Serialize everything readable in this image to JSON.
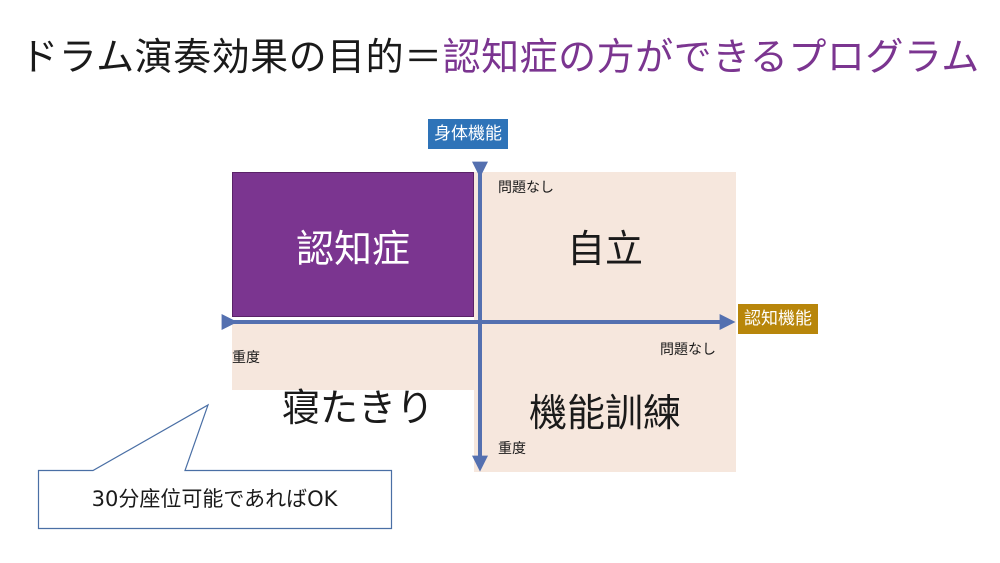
{
  "title": {
    "prefix": "ドラム演奏効果の目的＝",
    "accent": "認知症の方ができるプログラム",
    "accent_color": "#7b3590"
  },
  "quadrants": {
    "top_left": "認知症",
    "top_right": "自立",
    "bottom_left": "寝たきり",
    "bottom_right": "機能訓練"
  },
  "axes": {
    "vertical": {
      "label": "身体機能",
      "label_color": "#2e73b8",
      "top_end": "問題なし",
      "bottom_end": "重度"
    },
    "horizontal": {
      "label": "認知機能",
      "label_color": "#b8860b",
      "right_end": "問題なし",
      "left_end": "重度"
    },
    "arrow_color": "#5470b0"
  },
  "callout": {
    "text": "30分座位可能であればOK"
  }
}
